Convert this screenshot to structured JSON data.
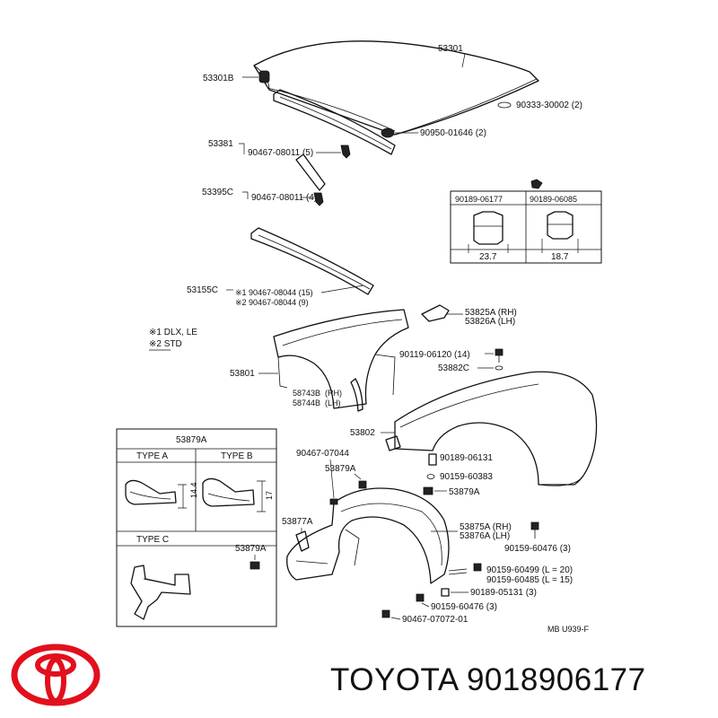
{
  "callouts": {
    "hood": "53301",
    "hood_cushion": "53301B",
    "clip_90333": "90333-30002 (2)",
    "seal": "53381",
    "clip_90467_a": "90467-08011 (5)",
    "cushion_90950": "90950-01646 (2)",
    "seal_c": "53395C",
    "clip_90467_b": "90467-08011 (4)",
    "seal_155": "53155C",
    "clip_dlx": "※1 90467-08044 (15)",
    "clip_std": "※2 90467-08044 (9)",
    "fender_upper_rh": "53825A (RH)",
    "fender_upper_lh": "53826A (LH)",
    "bolt_90119": "90119-06120 (14)",
    "fender_seal_rh": "58743B",
    "fender_seal_lh": "58744B",
    "rh_tag": "(RH)",
    "lh_tag": "(LH)",
    "fender_inner": "53801",
    "washer_882": "53882C",
    "fender_outer": "53802",
    "clip_90467_c": "90467-07044",
    "clip_879a_1": "53879A",
    "clip_90189_a": "90189-06131",
    "screw_90159_a": "90159-60383",
    "clip_879a_2": "53879A",
    "bracket_877": "53877A",
    "clip_879a_3": "53879A",
    "liner_rh": "53875A (RH)",
    "liner_lh": "53876A (LH)",
    "screw_90159_b": "90159-60476 (3)",
    "screw_90159_c": "90159-60499 (L = 20)",
    "screw_90159_d": "90159-60485 (L = 15)",
    "clip_90189_b": "90189-05131 (3)",
    "screw_90159_e": "90159-60476 (3)",
    "clip_90467_d": "90467-07072-01",
    "figure_code": "MB U939-F"
  },
  "legend": {
    "dlx": "※1 DLX, LE",
    "std": "※2 STD"
  },
  "clip_table": {
    "col1_part": "90189-06177",
    "col2_part": "90189-06085",
    "col1_size": "23.7",
    "col2_size": "18.7"
  },
  "type_box": {
    "title": "53879A",
    "type_a": "TYPE A",
    "type_b": "TYPE B",
    "type_c": "TYPE C",
    "dim_a": "14.4",
    "dim_b": "17"
  },
  "brand": "TOYOTA 9018906177",
  "colors": {
    "logo_red": "#e2101c",
    "ink": "#111111"
  }
}
